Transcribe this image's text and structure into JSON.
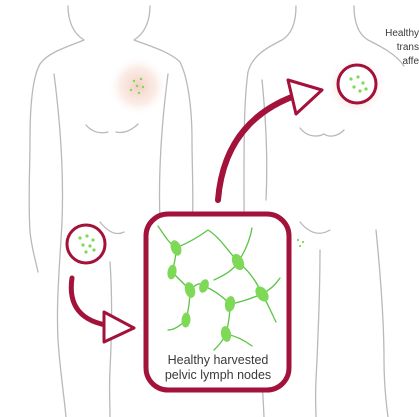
{
  "diagram": {
    "top_note_lines": [
      "Healthy",
      "trans",
      "affe"
    ],
    "box_caption_lines": [
      "Healthy harvested",
      "pelvic lymph nodes"
    ],
    "colors": {
      "outline": "#b9b9b9",
      "accent": "#a3123a",
      "node": "#7ed957",
      "vessel": "#5cc445",
      "glow": "#f3cdbf",
      "text": "#3a3a3a"
    }
  }
}
